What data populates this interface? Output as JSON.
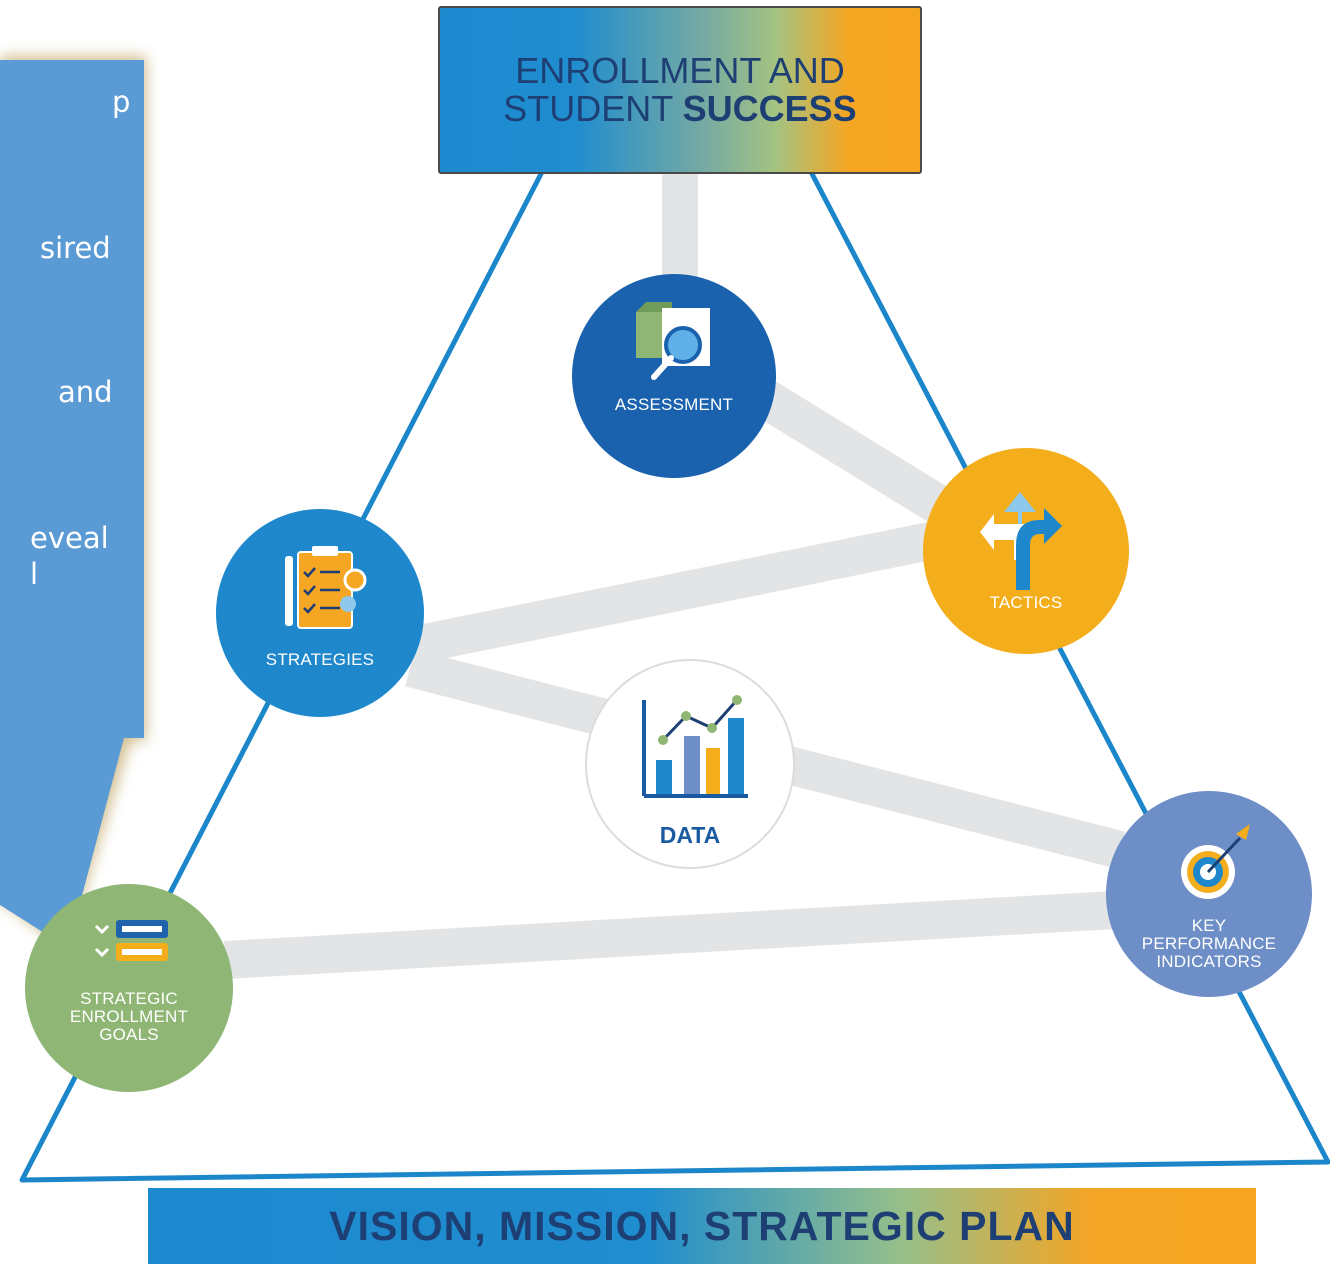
{
  "title": {
    "line1": "ENROLLMENT AND",
    "line2_regular": "STUDENT ",
    "line2_bold": "SUCCESS"
  },
  "footer": {
    "label": "VISION, MISSION, STRATEGIC PLAN"
  },
  "callout": {
    "fragments": [
      "p",
      "sired",
      "and",
      "eveal",
      "l"
    ]
  },
  "nodes": {
    "assessment": {
      "label": "ASSESSMENT",
      "color": "#1a62ad",
      "icon": "magnifier-documents-icon"
    },
    "tactics": {
      "label": "TACTICS",
      "color": "#f4ae1c",
      "icon": "directional-arrows-icon"
    },
    "strategies": {
      "label": "STRATEGIES",
      "color": "#1f87cc",
      "icon": "checklist-clipboard-icon"
    },
    "data": {
      "label": "DATA",
      "color": "#ffffff",
      "icon": "bar-line-chart-icon"
    },
    "kpi": {
      "label_lines": [
        "KEY",
        "PERFORMANCE",
        "INDICATORS"
      ],
      "color": "#6d8ec6",
      "icon": "target-arrow-icon"
    },
    "goals": {
      "label_lines": [
        "STRATEGIC",
        "ENROLLMENT",
        "GOALS"
      ],
      "color": "#8fb674",
      "icon": "checkbox-list-icon"
    }
  },
  "colors": {
    "triangle": "#1b86c9",
    "connector": "#e2e4e6",
    "callout": "#5b9bd5",
    "text_dark": "#1d3f73"
  }
}
